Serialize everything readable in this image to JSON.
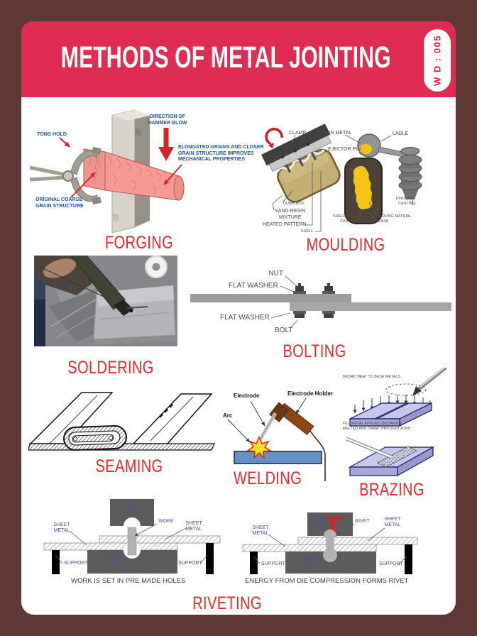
{
  "poster": {
    "title": "METHODS OF METAL JOINTING",
    "badge": "W D : 005"
  },
  "colors": {
    "frame": "#5F3736",
    "header": "#E02B53",
    "title_red": "#E8282E",
    "label_blue": "#1F55A6",
    "label_purple": "#544A9C",
    "arrow_red": "#D6222B",
    "workpiece_blue": "#6591C8",
    "molten_yellow": "#F3C11B"
  },
  "sections": {
    "forging": {
      "title": "FORGING",
      "labels": {
        "tong_hold": "TONG HOLD",
        "direction": [
          "DIRECTION OF",
          "HAMMER BLOW"
        ],
        "elongated": [
          "ELONGATED GRAINS AND CLOSER",
          "GRAIN STRUCTURE IMPROVES",
          "MECHANICAL PROPERTIES"
        ],
        "original": [
          "ORIGINAL COARSE",
          "GRAIN STRUCTURE"
        ]
      }
    },
    "moulding": {
      "title": "MOULDING",
      "labels": {
        "clamp": "CLAMP",
        "molten_metal": "MOLTEN METAL",
        "ladle": "LADLE",
        "ejector_pin": "EJECTOR PIN",
        "dumb_box": "DUMB BOX",
        "sand_resin": [
          "SAND-RESIN",
          "MIXTURE"
        ],
        "heated_pattern": "HEATED PATTERN",
        "shell": "SHELL",
        "shell_mold": [
          "SHELL MOLD",
          "CASTING"
        ],
        "backing": [
          "BACKING MATRIAL",
          "FLASK"
        ],
        "finished": [
          "FINISHED",
          "CASTING"
        ]
      }
    },
    "soldering": {
      "title": "SOLDERING"
    },
    "bolting": {
      "title": "BOLTING",
      "labels": {
        "nut": "NUT",
        "flat_washer_top": "FLAT WASHER",
        "flat_washer_bottom": "FLAT WASHER",
        "bolt": "BOLT"
      }
    },
    "seaming": {
      "title": "SEAMING"
    },
    "welding": {
      "title": "WELDING",
      "labels": {
        "electrode": "Electrode",
        "electrode_holder": "Electrode Holder",
        "arc": "Arc"
      }
    },
    "brazing": {
      "title": "BRAZING",
      "labels": {
        "broad_heat": "BROAD HEAT TO BASE METALS",
        "fill_metal": [
          "FILL METAL APPLIED INSTANTLY",
          "MELTED AND DRAW THROUGH JOINT"
        ]
      }
    },
    "riveting": {
      "title": "RIVETING",
      "left": {
        "upper_die": [
          "UPPER",
          "DIE"
        ],
        "lower_die": [
          "LOWER",
          "DIE"
        ],
        "work": "WORK",
        "sheet_metal_left": [
          "SHEET",
          "METAL"
        ],
        "sheet_metal_right": [
          "SHEET",
          "METAL"
        ],
        "support_left": "SUPPORT",
        "support_right": "SUPPORT",
        "caption": "WORK IS SET IN PRE MADE HOLES"
      },
      "right": {
        "upper_die": [
          "UPPER",
          "DIE"
        ],
        "lower_die": [
          "LOWER",
          "DIE"
        ],
        "rivet": "RIVET",
        "sheet_metal_left": [
          "SHEET",
          "METAL"
        ],
        "sheet_metal_right": [
          "SHEET",
          "METAL"
        ],
        "support_left": "SUPPORT",
        "support_right": "SUPPORT",
        "caption": "ENERGY FROM DIE COMPRESSION FORMS RIVET"
      }
    }
  }
}
